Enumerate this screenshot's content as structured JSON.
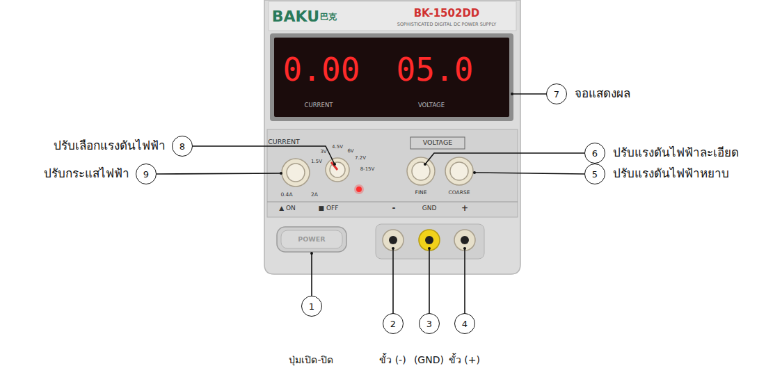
{
  "diagram": {
    "nodes": [
      {
        "text": [
          "1",
          "ปุ่มเปิด-ปิด"
        ]
      },
      {
        "text": [
          "2",
          "ขั้ว (-)"
        ]
      },
      {
        "text": [
          "3",
          "(GND)"
        ]
      },
      {
        "text": [
          "4",
          "ขั้ว (+)"
        ]
      },
      {
        "text": [
          "5",
          "ปรับแรงดันไฟฟ้าหยาบ"
        ]
      },
      {
        "text": [
          "6",
          "ปรับแรงดันไฟฟ้าละเอียด"
        ]
      },
      {
        "text": [
          "7",
          "จอแสดงผล"
        ]
      },
      {
        "text": [
          "8",
          "ปรับเลือกแรงดันไฟฟ้า"
        ]
      },
      {
        "text": [
          "9",
          "ปรับกระแสไฟฟ้า"
        ]
      }
    ],
    "labels": [
      "BAKU",
      "巴克",
      "BK-1502DD",
      "SOPHISTICATED DIGITAL DC POWER SUPPLY",
      "0.00",
      "05.0",
      "CURRENT",
      "VOLTAGE",
      "CURRENT",
      "1.5V",
      "3V",
      "4.5V",
      "6V",
      "7.2V",
      "8-15V",
      "0.4A",
      "2A",
      "VOLTAGE",
      "FINE",
      "COARSE",
      "▲ ON",
      "■ OFF",
      "-",
      "GND",
      "+",
      "POWER"
    ]
  }
}
